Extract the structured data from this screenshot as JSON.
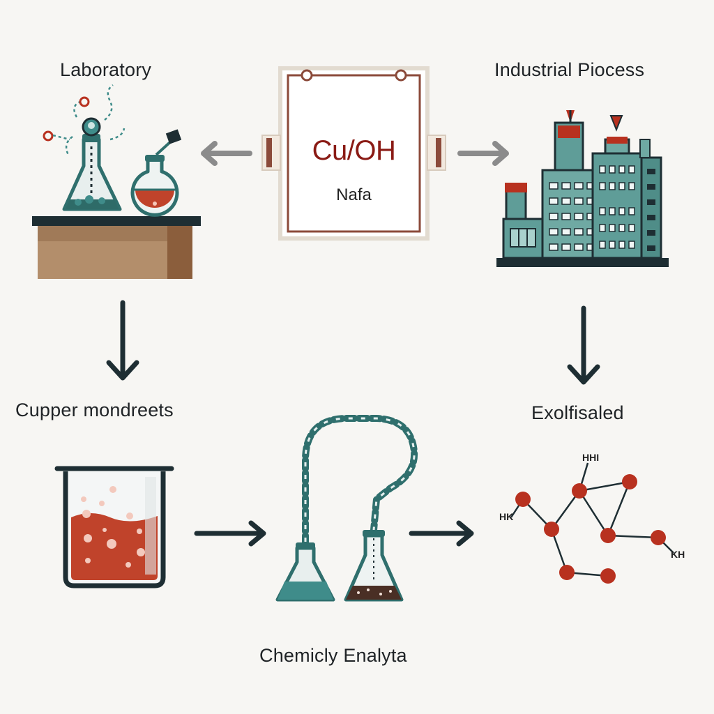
{
  "nodes": {
    "laboratory": "Laboratory",
    "industrial": "Industrial Piocess",
    "cupper": "Cupper mondreets",
    "exolfisaled": "Exolfisaled",
    "chemicly": "Chemicly Enalyta"
  },
  "center": {
    "formula": "Cu/OH",
    "subtitle": "Nafa"
  },
  "molecule": {
    "label_top": "HHI",
    "label_left": "HK",
    "label_right": "KH"
  },
  "colors": {
    "teal": "#3f8c8a",
    "dark": "#1e2e33",
    "red": "#b8311f",
    "wood": "#b38e6b",
    "arrow_gray": "#8b8b8b"
  }
}
